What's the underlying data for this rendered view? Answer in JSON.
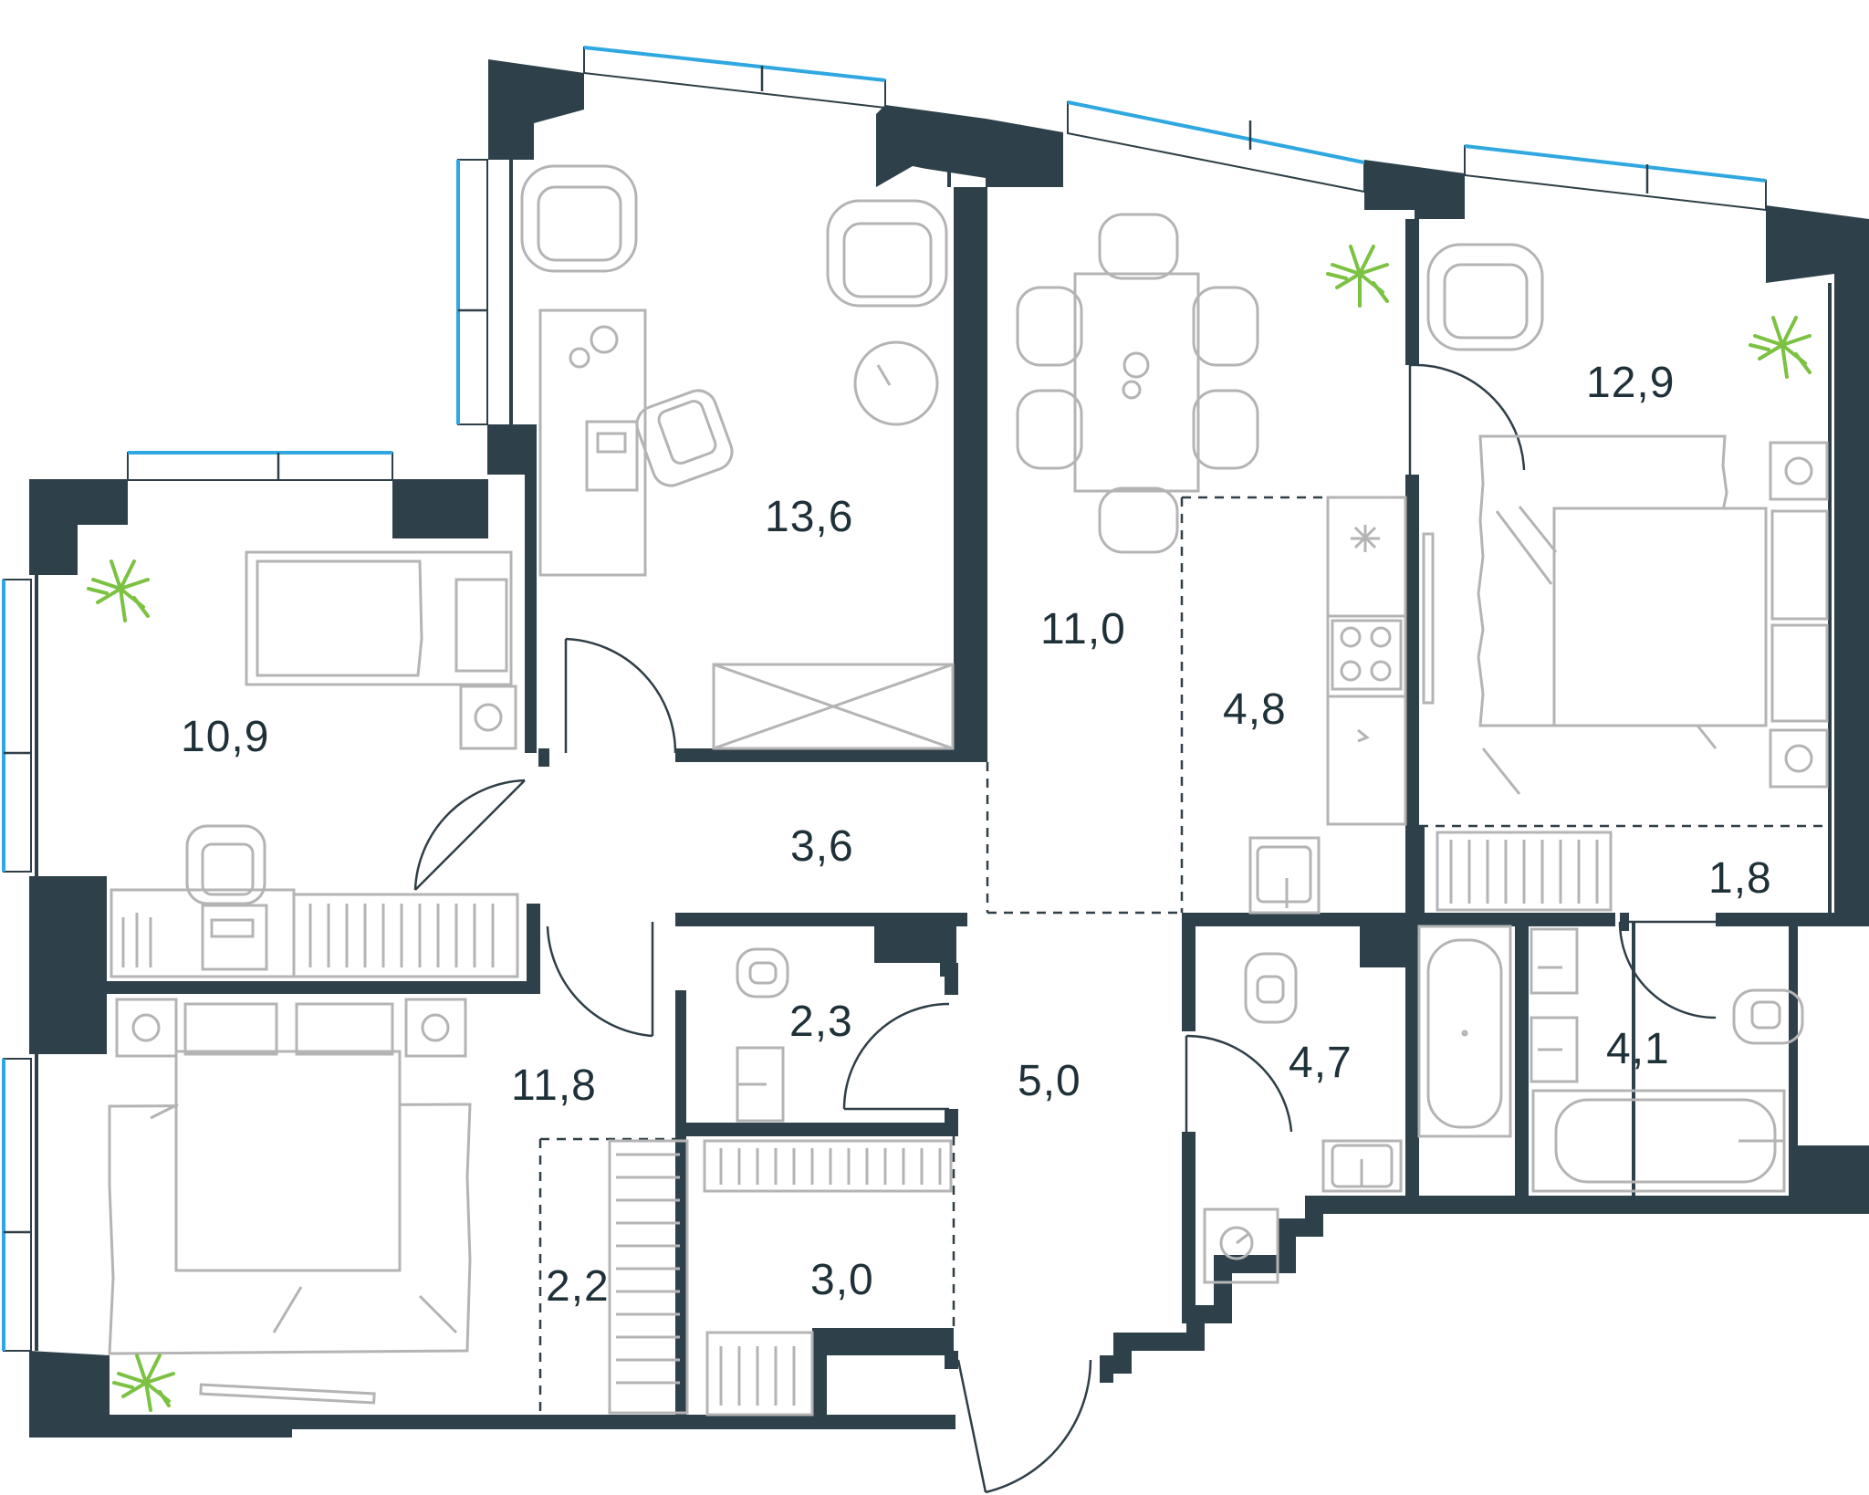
{
  "colors": {
    "wall": "#2e414a",
    "glass": "#2fa7e0",
    "plant": "#7cc242",
    "text": "#1e3038"
  },
  "rooms": {
    "r13_6": "13,6",
    "r11_0": "11,0",
    "r12_9": "12,9",
    "r10_9": "10,9",
    "r4_8": "4,8",
    "r3_6": "3,6",
    "r1_8": "1,8",
    "r2_3": "2,3",
    "r11_8": "11,8",
    "r5_0": "5,0",
    "r4_7": "4,7",
    "r4_1": "4,1",
    "r2_2": "2,2",
    "r3_0": "3,0"
  },
  "icons": [
    "plant-icon",
    "chair-icon",
    "armchair-icon",
    "bed-icon",
    "desk-icon",
    "table-icon",
    "hob-icon",
    "sink-icon",
    "toilet-icon",
    "bathtub-icon",
    "washing-machine-icon",
    "wardrobe-icon",
    "door-icon",
    "window-icon"
  ]
}
